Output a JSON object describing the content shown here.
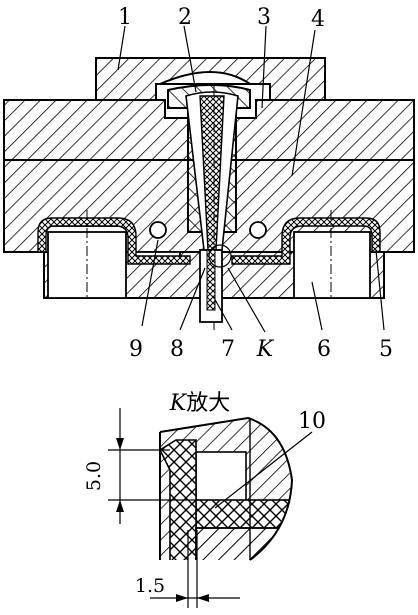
{
  "callouts": {
    "n1": "1",
    "n2": "2",
    "n3": "3",
    "n4": "4",
    "n5": "5",
    "n6": "6",
    "n7": "7",
    "n8": "8",
    "n9": "9",
    "nK": "K",
    "n10": "10"
  },
  "detail": {
    "title_letter": "K",
    "title_suffix": "放大",
    "dim_height": "5.0",
    "dim_width": "1.5"
  }
}
